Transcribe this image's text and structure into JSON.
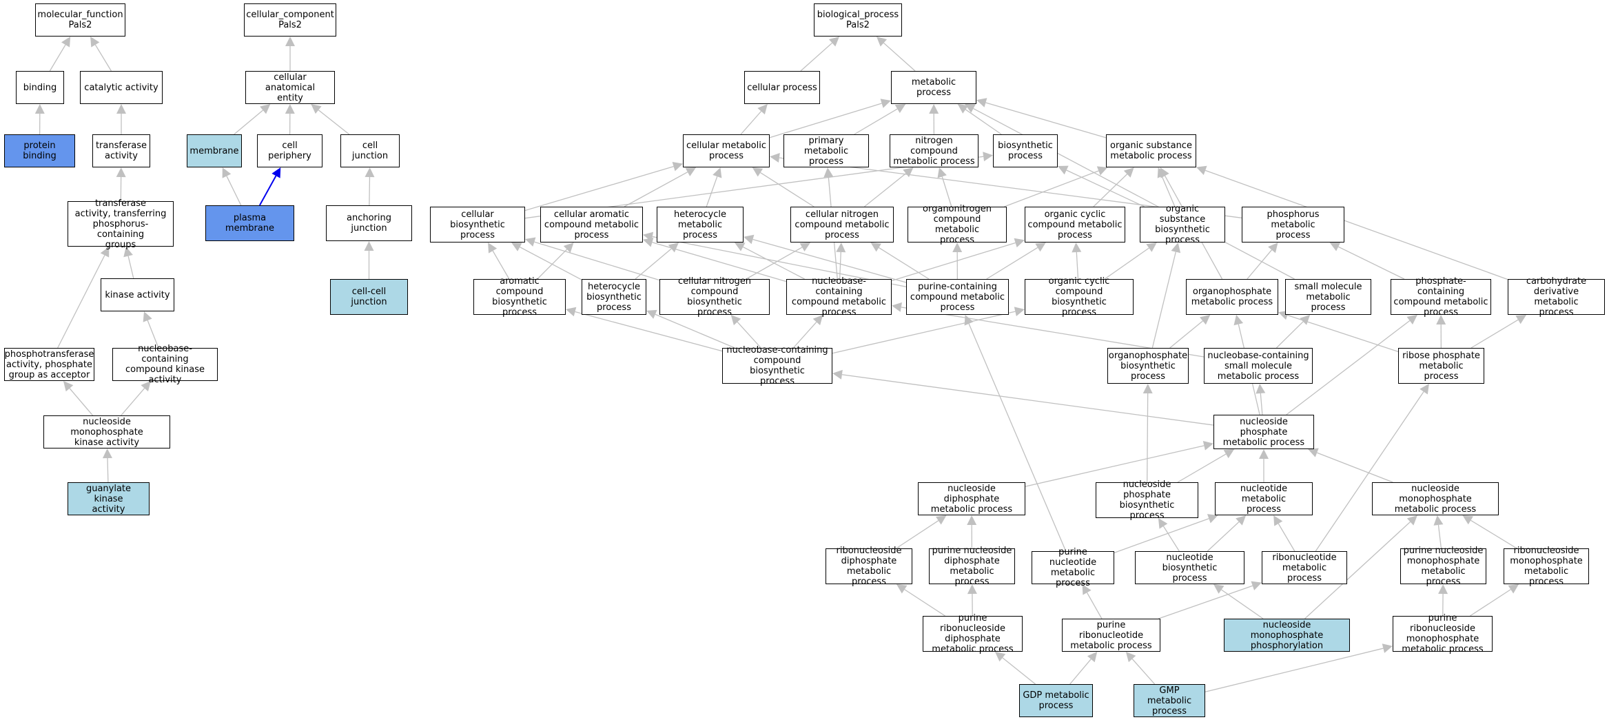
{
  "colors": {
    "edge_default": "#c0c0c0",
    "edge_highlight": "#0000ee",
    "fill_default": "#ffffff",
    "fill_light": "#add8e6",
    "fill_dark": "#6495ed"
  },
  "nodes": [
    {
      "id": "mf",
      "label": "molecular_function\nPals2",
      "fill": "default"
    },
    {
      "id": "binding",
      "label": "binding",
      "fill": "default"
    },
    {
      "id": "catalytic",
      "label": "catalytic activity",
      "fill": "default"
    },
    {
      "id": "protein_binding",
      "label": "protein binding",
      "fill": "dark"
    },
    {
      "id": "transferase",
      "label": "transferase\nactivity",
      "fill": "default"
    },
    {
      "id": "transferase_p",
      "label": "transferase\nactivity, transferring\nphosphorus-containing\ngroups",
      "fill": "default"
    },
    {
      "id": "kinase",
      "label": "kinase activity",
      "fill": "default"
    },
    {
      "id": "phosphotransferase",
      "label": "phosphotransferase\nactivity, phosphate\ngroup as acceptor",
      "fill": "default"
    },
    {
      "id": "nb_kinase",
      "label": "nucleobase-containing\ncompound kinase\nactivity",
      "fill": "default"
    },
    {
      "id": "nmp_kinase",
      "label": "nucleoside monophosphate\nkinase activity",
      "fill": "default"
    },
    {
      "id": "guanylate",
      "label": "guanylate kinase\nactivity",
      "fill": "light"
    },
    {
      "id": "cc",
      "label": "cellular_component\nPals2",
      "fill": "default"
    },
    {
      "id": "anat",
      "label": "cellular anatomical\nentity",
      "fill": "default"
    },
    {
      "id": "membrane",
      "label": "membrane",
      "fill": "light"
    },
    {
      "id": "periphery",
      "label": "cell periphery",
      "fill": "default"
    },
    {
      "id": "junction",
      "label": "cell junction",
      "fill": "default"
    },
    {
      "id": "plasma",
      "label": "plasma membrane",
      "fill": "dark"
    },
    {
      "id": "anchoring",
      "label": "anchoring junction",
      "fill": "default"
    },
    {
      "id": "cellcell",
      "label": "cell-cell junction",
      "fill": "light"
    },
    {
      "id": "bp",
      "label": "biological_process\nPals2",
      "fill": "default"
    },
    {
      "id": "cellproc",
      "label": "cellular process",
      "fill": "default"
    },
    {
      "id": "metab",
      "label": "metabolic process",
      "fill": "default"
    },
    {
      "id": "cellmetab",
      "label": "cellular metabolic\nprocess",
      "fill": "default"
    },
    {
      "id": "primary",
      "label": "primary metabolic\nprocess",
      "fill": "default"
    },
    {
      "id": "nitrogen",
      "label": "nitrogen compound\nmetabolic process",
      "fill": "default"
    },
    {
      "id": "biosyn",
      "label": "biosynthetic\nprocess",
      "fill": "default"
    },
    {
      "id": "organicsub",
      "label": "organic substance\nmetabolic process",
      "fill": "default"
    },
    {
      "id": "cellbiosyn",
      "label": "cellular biosynthetic\nprocess",
      "fill": "default"
    },
    {
      "id": "cellarom",
      "label": "cellular aromatic\ncompound metabolic\nprocess",
      "fill": "default"
    },
    {
      "id": "heterocycle",
      "label": "heterocycle\nmetabolic process",
      "fill": "default"
    },
    {
      "id": "cellnitro",
      "label": "cellular nitrogen\ncompound metabolic\nprocess",
      "fill": "default"
    },
    {
      "id": "organonitro",
      "label": "organonitrogen\ncompound metabolic\nprocess",
      "fill": "default"
    },
    {
      "id": "orgcyclic",
      "label": "organic cyclic\ncompound metabolic\nprocess",
      "fill": "default"
    },
    {
      "id": "orgsubbiosyn",
      "label": "organic substance\nbiosynthetic\nprocess",
      "fill": "default"
    },
    {
      "id": "phosphorus",
      "label": "phosphorus metabolic\nprocess",
      "fill": "default"
    },
    {
      "id": "aromaticbio",
      "label": "aromatic compound\nbiosynthetic\nprocess",
      "fill": "default"
    },
    {
      "id": "heterobio",
      "label": "heterocycle\nbiosynthetic\nprocess",
      "fill": "default"
    },
    {
      "id": "cellnitrobio",
      "label": "cellular nitrogen\ncompound biosynthetic\nprocess",
      "fill": "default"
    },
    {
      "id": "nbmetab",
      "label": "nucleobase-containing\ncompound metabolic\nprocess",
      "fill": "default"
    },
    {
      "id": "purinecont",
      "label": "purine-containing\ncompound metabolic\nprocess",
      "fill": "default"
    },
    {
      "id": "orgcyclicbio",
      "label": "organic cyclic\ncompound biosynthetic\nprocess",
      "fill": "default"
    },
    {
      "id": "organophos",
      "label": "organophosphate\nmetabolic process",
      "fill": "default"
    },
    {
      "id": "smallmol",
      "label": "small molecule\nmetabolic process",
      "fill": "default"
    },
    {
      "id": "phoscont",
      "label": "phosphate-containing\ncompound metabolic\nprocess",
      "fill": "default"
    },
    {
      "id": "carbo",
      "label": "carbohydrate\nderivative metabolic\nprocess",
      "fill": "default"
    },
    {
      "id": "nbbio",
      "label": "nucleobase-containing\ncompound biosynthetic\nprocess",
      "fill": "default"
    },
    {
      "id": "organophosbio",
      "label": "organophosphate\nbiosynthetic\nprocess",
      "fill": "default"
    },
    {
      "id": "nbsmall",
      "label": "nucleobase-containing\nsmall molecule\nmetabolic process",
      "fill": "default"
    },
    {
      "id": "ribosephos",
      "label": "ribose phosphate\nmetabolic process",
      "fill": "default"
    },
    {
      "id": "nsphos",
      "label": "nucleoside phosphate\nmetabolic process",
      "fill": "default"
    },
    {
      "id": "nsdiphos",
      "label": "nucleoside diphosphate\nmetabolic process",
      "fill": "default"
    },
    {
      "id": "nsphosbio",
      "label": "nucleoside phosphate\nbiosynthetic\nprocess",
      "fill": "default"
    },
    {
      "id": "nucleotide",
      "label": "nucleotide metabolic\nprocess",
      "fill": "default"
    },
    {
      "id": "nsmono",
      "label": "nucleoside monophosphate\nmetabolic process",
      "fill": "default"
    },
    {
      "id": "ribodiphos",
      "label": "ribonucleoside\ndiphosphate\nmetabolic process",
      "fill": "default"
    },
    {
      "id": "purdiphos",
      "label": "purine nucleoside\ndiphosphate\nmetabolic process",
      "fill": "default"
    },
    {
      "id": "purnucleotide",
      "label": "purine nucleotide\nmetabolic process",
      "fill": "default"
    },
    {
      "id": "nucleotidebio",
      "label": "nucleotide biosynthetic\nprocess",
      "fill": "default"
    },
    {
      "id": "ribonucleotide",
      "label": "ribonucleotide\nmetabolic process",
      "fill": "default"
    },
    {
      "id": "purmono",
      "label": "purine nucleoside\nmonophosphate\nmetabolic process",
      "fill": "default"
    },
    {
      "id": "ribomono",
      "label": "ribonucleoside\nmonophosphate\nmetabolic process",
      "fill": "default"
    },
    {
      "id": "purribodiphos",
      "label": "purine ribonucleoside\ndiphosphate\nmetabolic process",
      "fill": "default"
    },
    {
      "id": "purribonucleotide",
      "label": "purine ribonucleotide\nmetabolic process",
      "fill": "default"
    },
    {
      "id": "nmpphosphorylation",
      "label": "nucleoside monophosphate\nphosphorylation",
      "fill": "light"
    },
    {
      "id": "purribomono",
      "label": "purine ribonucleoside\nmonophosphate\nmetabolic process",
      "fill": "default"
    },
    {
      "id": "gdp",
      "label": "GDP metabolic\nprocess",
      "fill": "light"
    },
    {
      "id": "gmp",
      "label": "GMP metabolic\nprocess",
      "fill": "light"
    }
  ],
  "edges": [
    {
      "from": "binding",
      "to": "mf"
    },
    {
      "from": "catalytic",
      "to": "mf"
    },
    {
      "from": "protein_binding",
      "to": "binding"
    },
    {
      "from": "transferase",
      "to": "catalytic"
    },
    {
      "from": "transferase_p",
      "to": "transferase"
    },
    {
      "from": "kinase",
      "to": "transferase_p"
    },
    {
      "from": "phosphotransferase",
      "to": "transferase_p"
    },
    {
      "from": "nb_kinase",
      "to": "kinase"
    },
    {
      "from": "nmp_kinase",
      "to": "phosphotransferase"
    },
    {
      "from": "nmp_kinase",
      "to": "nb_kinase"
    },
    {
      "from": "guanylate",
      "to": "nmp_kinase"
    },
    {
      "from": "anat",
      "to": "cc"
    },
    {
      "from": "membrane",
      "to": "anat"
    },
    {
      "from": "periphery",
      "to": "anat"
    },
    {
      "from": "junction",
      "to": "anat"
    },
    {
      "from": "plasma",
      "to": "membrane"
    },
    {
      "from": "plasma",
      "to": "periphery",
      "highlight": true
    },
    {
      "from": "anchoring",
      "to": "junction"
    },
    {
      "from": "cellcell",
      "to": "anchoring"
    },
    {
      "from": "cellproc",
      "to": "bp"
    },
    {
      "from": "metab",
      "to": "bp"
    },
    {
      "from": "cellmetab",
      "to": "cellproc"
    },
    {
      "from": "cellmetab",
      "to": "metab"
    },
    {
      "from": "primary",
      "to": "metab"
    },
    {
      "from": "nitrogen",
      "to": "metab"
    },
    {
      "from": "biosyn",
      "to": "metab"
    },
    {
      "from": "organicsub",
      "to": "metab"
    },
    {
      "from": "smallmol",
      "to": "metab"
    },
    {
      "from": "cellbiosyn",
      "to": "cellmetab"
    },
    {
      "from": "cellbiosyn",
      "to": "biosyn"
    },
    {
      "from": "cellarom",
      "to": "cellmetab"
    },
    {
      "from": "heterocycle",
      "to": "cellmetab"
    },
    {
      "from": "cellnitro",
      "to": "cellmetab"
    },
    {
      "from": "cellnitro",
      "to": "nitrogen"
    },
    {
      "from": "organonitro",
      "to": "nitrogen"
    },
    {
      "from": "organonitro",
      "to": "organicsub"
    },
    {
      "from": "orgcyclic",
      "to": "organicsub"
    },
    {
      "from": "orgsubbiosyn",
      "to": "organicsub"
    },
    {
      "from": "orgsubbiosyn",
      "to": "biosyn"
    },
    {
      "from": "phosphorus",
      "to": "cellmetab"
    },
    {
      "from": "carbo",
      "to": "organicsub"
    },
    {
      "from": "organophos",
      "to": "organicsub"
    },
    {
      "from": "aromaticbio",
      "to": "cellbiosyn"
    },
    {
      "from": "aromaticbio",
      "to": "cellarom"
    },
    {
      "from": "heterobio",
      "to": "heterocycle"
    },
    {
      "from": "heterobio",
      "to": "cellbiosyn"
    },
    {
      "from": "cellnitrobio",
      "to": "cellnitro"
    },
    {
      "from": "cellnitrobio",
      "to": "cellbiosyn"
    },
    {
      "from": "nbmetab",
      "to": "cellarom"
    },
    {
      "from": "nbmetab",
      "to": "heterocycle"
    },
    {
      "from": "nbmetab",
      "to": "cellnitro"
    },
    {
      "from": "nbmetab",
      "to": "orgcyclic"
    },
    {
      "from": "nbmetab",
      "to": "primary"
    },
    {
      "from": "purinecont",
      "to": "cellnitro"
    },
    {
      "from": "purinecont",
      "to": "heterocycle"
    },
    {
      "from": "purinecont",
      "to": "organonitro"
    },
    {
      "from": "purinecont",
      "to": "orgcyclic"
    },
    {
      "from": "purinecont",
      "to": "cellarom"
    },
    {
      "from": "orgcyclicbio",
      "to": "orgcyclic"
    },
    {
      "from": "orgcyclicbio",
      "to": "orgsubbiosyn"
    },
    {
      "from": "organophos",
      "to": "phosphorus"
    },
    {
      "from": "phoscont",
      "to": "phosphorus"
    },
    {
      "from": "nbbio",
      "to": "nbmetab"
    },
    {
      "from": "nbbio",
      "to": "aromaticbio"
    },
    {
      "from": "nbbio",
      "to": "heterobio"
    },
    {
      "from": "nbbio",
      "to": "cellnitrobio"
    },
    {
      "from": "nbbio",
      "to": "orgcyclicbio"
    },
    {
      "from": "organophosbio",
      "to": "organophos"
    },
    {
      "from": "organophosbio",
      "to": "orgsubbiosyn"
    },
    {
      "from": "nbsmall",
      "to": "smallmol"
    },
    {
      "from": "nbsmall",
      "to": "nbmetab"
    },
    {
      "from": "ribosephos",
      "to": "phoscont"
    },
    {
      "from": "ribosephos",
      "to": "carbo"
    },
    {
      "from": "ribosephos",
      "to": "organophos"
    },
    {
      "from": "nsphos",
      "to": "nbsmall"
    },
    {
      "from": "nsphos",
      "to": "organophos"
    },
    {
      "from": "nsphos",
      "to": "phoscont"
    },
    {
      "from": "nsphos",
      "to": "nbbio"
    },
    {
      "from": "nsdiphos",
      "to": "nsphos"
    },
    {
      "from": "nsphosbio",
      "to": "nsphos"
    },
    {
      "from": "nsphosbio",
      "to": "organophosbio"
    },
    {
      "from": "nucleotide",
      "to": "nsphos"
    },
    {
      "from": "nsmono",
      "to": "nsphos"
    },
    {
      "from": "ribodiphos",
      "to": "nsdiphos"
    },
    {
      "from": "purdiphos",
      "to": "nsdiphos"
    },
    {
      "from": "purnucleotide",
      "to": "nucleotide"
    },
    {
      "from": "purnucleotide",
      "to": "purinecont"
    },
    {
      "from": "nucleotidebio",
      "to": "nucleotide"
    },
    {
      "from": "nucleotidebio",
      "to": "nsphosbio"
    },
    {
      "from": "ribonucleotide",
      "to": "nucleotide"
    },
    {
      "from": "ribonucleotide",
      "to": "ribosephos"
    },
    {
      "from": "purmono",
      "to": "nsmono"
    },
    {
      "from": "ribomono",
      "to": "nsmono"
    },
    {
      "from": "purribodiphos",
      "to": "ribodiphos"
    },
    {
      "from": "purribodiphos",
      "to": "purdiphos"
    },
    {
      "from": "purribonucleotide",
      "to": "purnucleotide"
    },
    {
      "from": "purribonucleotide",
      "to": "ribonucleotide"
    },
    {
      "from": "nmpphosphorylation",
      "to": "nsmono"
    },
    {
      "from": "nmpphosphorylation",
      "to": "nucleotidebio"
    },
    {
      "from": "purribomono",
      "to": "purmono"
    },
    {
      "from": "purribomono",
      "to": "ribomono"
    },
    {
      "from": "gdp",
      "to": "purribodiphos"
    },
    {
      "from": "gdp",
      "to": "purribonucleotide"
    },
    {
      "from": "gmp",
      "to": "purribonucleotide"
    },
    {
      "from": "gmp",
      "to": "purribomono"
    }
  ]
}
